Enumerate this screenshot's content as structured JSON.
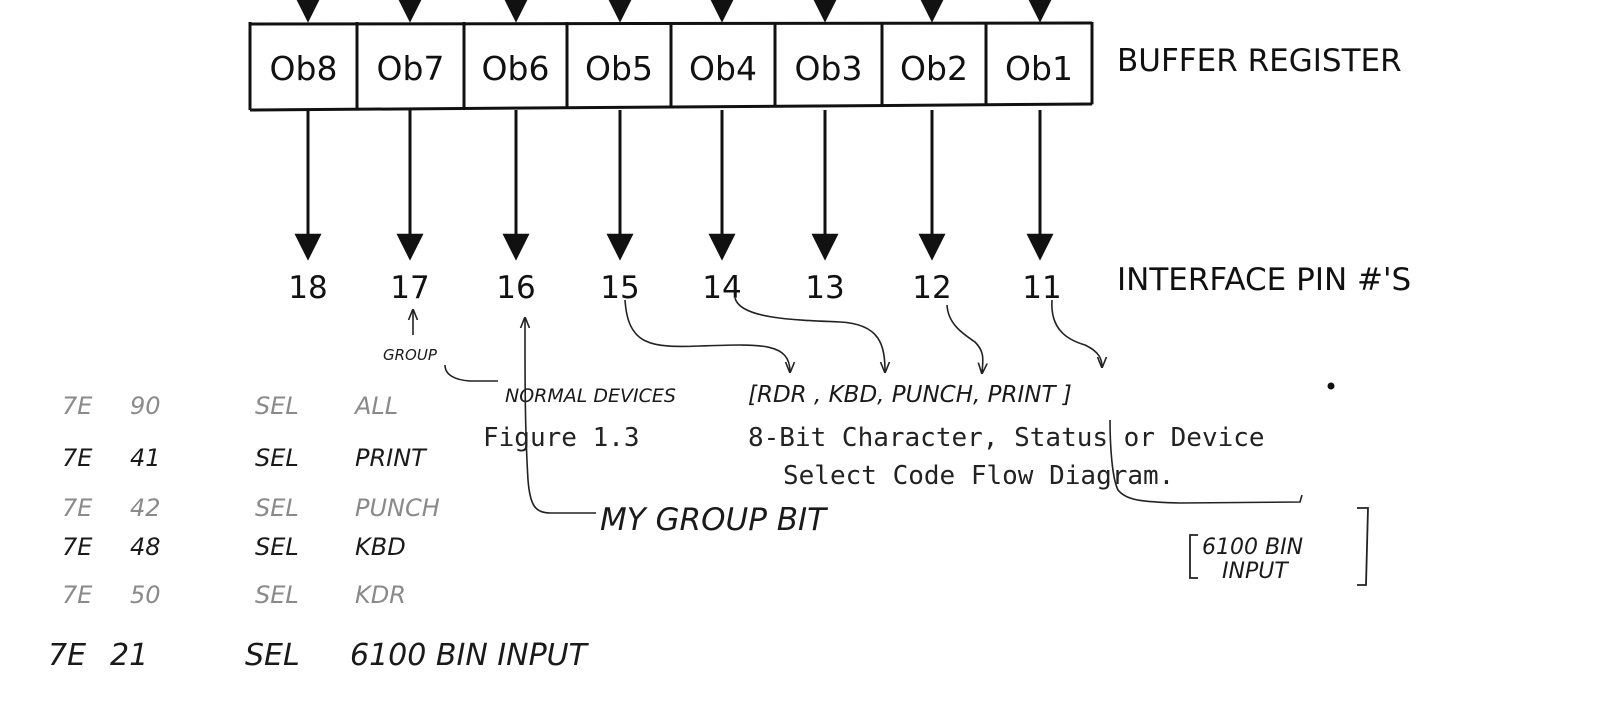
{
  "register": {
    "label": "BUFFER REGISTER",
    "bits": [
      "Ob8",
      "Ob7",
      "Ob6",
      "Ob5",
      "Ob4",
      "Ob3",
      "Ob2",
      "Ob1"
    ]
  },
  "pins": {
    "label": "INTERFACE PIN #'S",
    "numbers": [
      "18",
      "17",
      "16",
      "15",
      "14",
      "13",
      "12",
      "11"
    ]
  },
  "annotations": {
    "group": "GROUP",
    "normal_devices": "NORMAL DEVICES",
    "device_list": "[RDR , KBD, PUNCH, PRINT ]",
    "my_group_bit": "MY GROUP BIT",
    "bin_input_line1": "6100 BIN",
    "bin_input_line2": "INPUT"
  },
  "caption": {
    "figure": "Figure 1.3",
    "line1": "8-Bit Character, Status or Device",
    "line2": "Select Code Flow Diagram."
  },
  "code_table": [
    {
      "addr": "7E",
      "code": "90",
      "op": "SEL",
      "arg": "ALL"
    },
    {
      "addr": "7E",
      "code": "41",
      "op": "SEL",
      "arg": "PRINT"
    },
    {
      "addr": "7E",
      "code": "42",
      "op": "SEL",
      "arg": "PUNCH"
    },
    {
      "addr": "7E",
      "code": "48",
      "op": "SEL",
      "arg": "KBD"
    },
    {
      "addr": "7E",
      "code": "50",
      "op": "SEL",
      "arg": "KDR"
    },
    {
      "addr": "7E",
      "code": "21",
      "op": "SEL",
      "arg": "6100 BIN INPUT"
    }
  ]
}
